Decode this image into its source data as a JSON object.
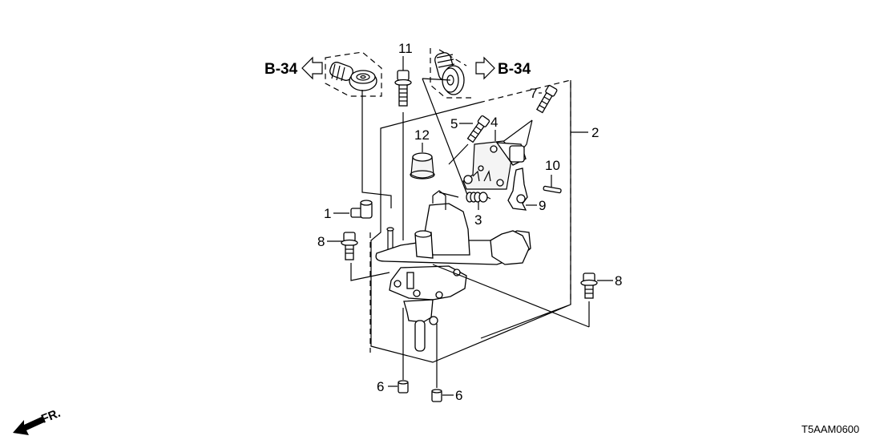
{
  "diagram": {
    "title_code": "T5AAM0600",
    "front_indicator": "FR.",
    "references": [
      {
        "id": "ref-left",
        "label": "B-34",
        "direction": "left"
      },
      {
        "id": "ref-right",
        "label": "B-34",
        "direction": "right"
      }
    ],
    "callouts": [
      {
        "number": "1",
        "part": "hose-elbow"
      },
      {
        "number": "2",
        "part": "assembly-bracket"
      },
      {
        "number": "3",
        "part": "spring"
      },
      {
        "number": "4",
        "part": "actuator-cover"
      },
      {
        "number": "5",
        "part": "bolt"
      },
      {
        "number": "6",
        "part": "cap-left"
      },
      {
        "number": "6",
        "part": "cap-right"
      },
      {
        "number": "7",
        "part": "bolt"
      },
      {
        "number": "8",
        "part": "flange-bolt-left"
      },
      {
        "number": "8",
        "part": "flange-bolt-right"
      },
      {
        "number": "9",
        "part": "flange-bolt"
      },
      {
        "number": "10",
        "part": "pin"
      },
      {
        "number": "11",
        "part": "lever"
      },
      {
        "number": "12",
        "part": "cap"
      }
    ]
  }
}
